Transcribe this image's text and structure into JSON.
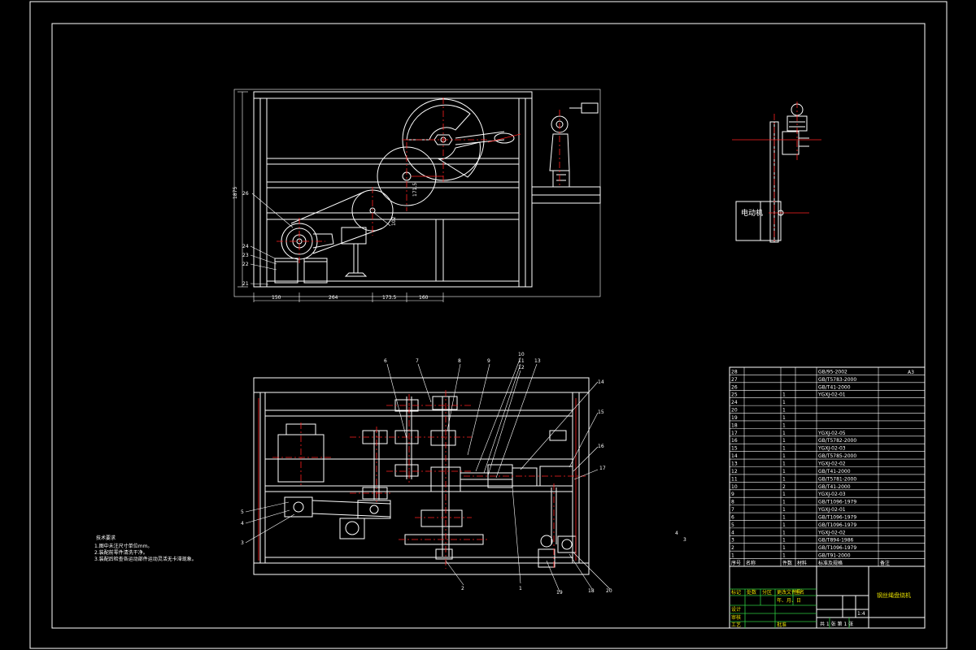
{
  "side_view": {
    "dimensions": [
      "150",
      "264",
      "173.5",
      "160"
    ],
    "vertical_dimension": "1875",
    "part_callouts": [
      "26",
      "24",
      "23",
      "22",
      "21"
    ],
    "center_distance_labels": [
      "171.5",
      "102"
    ]
  },
  "right_view": {
    "motor_label": "电动机"
  },
  "top_view": {
    "part_callouts_top": [
      "6",
      "7",
      "8",
      "9",
      "10",
      "11",
      "12",
      "13"
    ],
    "part_callouts_right": [
      "14",
      "15",
      "16",
      "17"
    ],
    "part_callouts_left": [
      "5",
      "4",
      "3"
    ],
    "part_callouts_bottom": [
      "2",
      "1",
      "19",
      "18",
      "20"
    ]
  },
  "technical_requirements": {
    "title": "技术要求",
    "lines": [
      "1.图中未注尺寸单位mm。",
      "2.装配前零件清洗干净。",
      "3.装配后检查各运动部件运动灵活无卡滞现象。"
    ]
  },
  "stray_marks": [
    "4",
    "3"
  ],
  "bom": {
    "top_right_label": "A3",
    "rows": [
      {
        "no": "28",
        "name": "",
        "qty": "",
        "material": "",
        "code": "GB/95-2002",
        "note": ""
      },
      {
        "no": "27",
        "name": "",
        "qty": "",
        "material": "",
        "code": "GB/T5783-2000",
        "note": ""
      },
      {
        "no": "26",
        "name": "",
        "qty": "",
        "material": "",
        "code": "GB/T41-2000",
        "note": ""
      },
      {
        "no": "25",
        "name": "",
        "qty": "1",
        "material": "",
        "code": "YGXJ-02-01",
        "note": ""
      },
      {
        "no": "24",
        "name": "",
        "qty": "1",
        "material": "",
        "code": "",
        "note": ""
      },
      {
        "no": "20",
        "name": "",
        "qty": "1",
        "material": "",
        "code": "",
        "note": ""
      },
      {
        "no": "19",
        "name": "",
        "qty": "1",
        "material": "",
        "code": "",
        "note": ""
      },
      {
        "no": "18",
        "name": "",
        "qty": "1",
        "material": "",
        "code": "",
        "note": ""
      },
      {
        "no": "17",
        "name": "",
        "qty": "1",
        "material": "",
        "code": "YGXJ-02-05",
        "note": ""
      },
      {
        "no": "16",
        "name": "",
        "qty": "1",
        "material": "",
        "code": "GB/T5782-2000",
        "note": ""
      },
      {
        "no": "15",
        "name": "",
        "qty": "1",
        "material": "",
        "code": "YGXJ-02-03",
        "note": ""
      },
      {
        "no": "14",
        "name": "",
        "qty": "1",
        "material": "",
        "code": "GB/T5785-2000",
        "note": ""
      },
      {
        "no": "13",
        "name": "",
        "qty": "1",
        "material": "",
        "code": "YGXJ-02-02",
        "note": ""
      },
      {
        "no": "12",
        "name": "",
        "qty": "1",
        "material": "",
        "code": "GB/T41-2000",
        "note": ""
      },
      {
        "no": "11",
        "name": "",
        "qty": "1",
        "material": "",
        "code": "GB/T5781-2000",
        "note": ""
      },
      {
        "no": "10",
        "name": "",
        "qty": "2",
        "material": "",
        "code": "GB/T41-2000",
        "note": ""
      },
      {
        "no": "9",
        "name": "",
        "qty": "1",
        "material": "",
        "code": "YGXJ-02-03",
        "note": ""
      },
      {
        "no": "8",
        "name": "",
        "qty": "1",
        "material": "",
        "code": "GB/T1096-1979",
        "note": ""
      },
      {
        "no": "7",
        "name": "",
        "qty": "1",
        "material": "",
        "code": "YGXJ-02-01",
        "note": ""
      },
      {
        "no": "6",
        "name": "",
        "qty": "1",
        "material": "",
        "code": "GB/T1096-1979",
        "note": ""
      },
      {
        "no": "5",
        "name": "",
        "qty": "1",
        "material": "",
        "code": "GB/T1096-1979",
        "note": ""
      },
      {
        "no": "4",
        "name": "",
        "qty": "1",
        "material": "",
        "code": "YGXJ-02-02",
        "note": ""
      },
      {
        "no": "3",
        "name": "",
        "qty": "1",
        "material": "",
        "code": "GB/T894-1986",
        "note": ""
      },
      {
        "no": "2",
        "name": "",
        "qty": "1",
        "material": "",
        "code": "GB/T1096-1979",
        "note": ""
      },
      {
        "no": "1",
        "name": "",
        "qty": "1",
        "material": "",
        "code": "GB/T91-2000",
        "note": ""
      }
    ],
    "header": {
      "no": "序号",
      "name": "名称",
      "qty": "件数",
      "material": "材料",
      "code": "标准及规格",
      "note": "备注"
    }
  },
  "title_block": {
    "title": "钢丝绳盘绕机",
    "scale": "1:4",
    "sheet": "共 1 张   第 1 张",
    "labels": [
      "标记",
      "处数",
      "分区",
      "更改文件号",
      "签名",
      "年、月、日",
      "设计",
      "审核",
      "工艺",
      "批准"
    ]
  }
}
